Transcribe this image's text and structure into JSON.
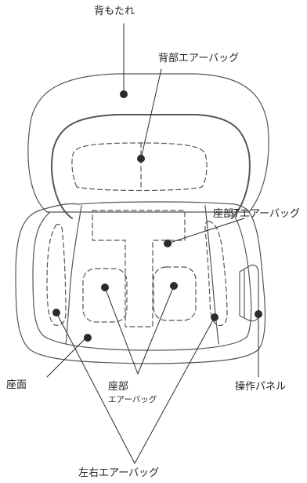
{
  "labels": {
    "backrest": "背もたれ",
    "back_airbag": "背部エアーバッグ",
    "seat_t_airbag": "座部Tエアーバッグ",
    "seat_face": "座面",
    "seat_part_line1": "座部",
    "seat_part_line2": "エアーバッグ",
    "control_panel": "操作パネル",
    "side_airbag": "左右エアーバッグ"
  },
  "colors": {
    "stroke": "#555555",
    "dot": "#2b2b2b",
    "text": "#222222",
    "background": "#ffffff"
  }
}
